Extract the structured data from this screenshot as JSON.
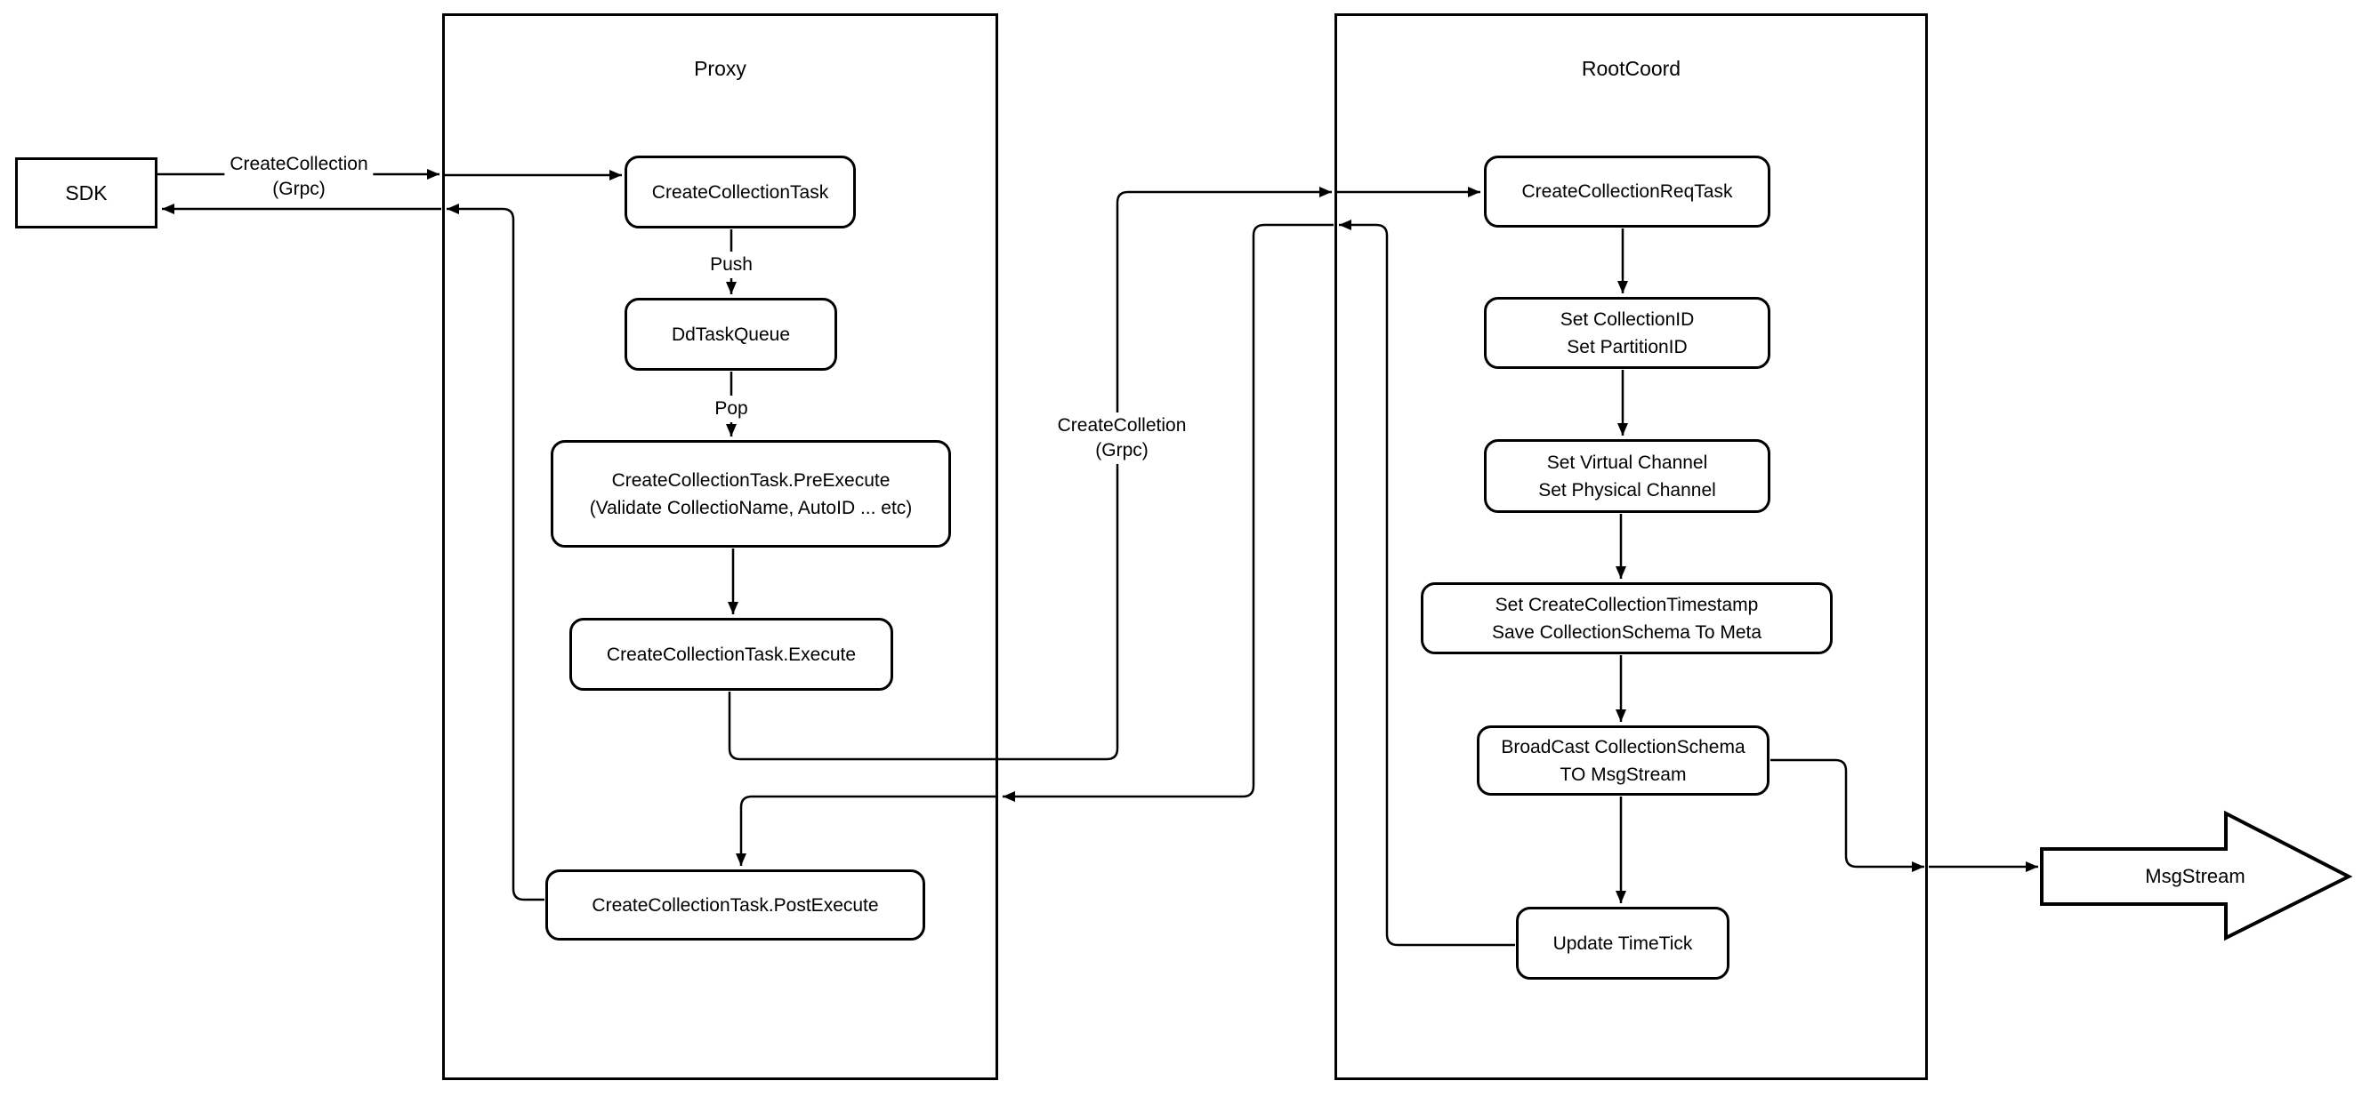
{
  "diagram": {
    "background": "#ffffff",
    "stroke": "#000000",
    "sdk": {
      "label": "SDK"
    },
    "edge_labels": {
      "sdk_grpc": "CreateCollection\n(Grpc)",
      "push": "Push",
      "pop": "Pop",
      "mid_grpc": "CreateColletion\n(Grpc)"
    },
    "proxy": {
      "title": "Proxy",
      "nodes": [
        {
          "label": "CreateCollectionTask"
        },
        {
          "label": "DdTaskQueue"
        },
        {
          "label": "CreateCollectionTask.PreExecute\n(Validate CollectioName, AutoID ... etc)"
        },
        {
          "label": "CreateCollectionTask.Execute"
        },
        {
          "label": "CreateCollectionTask.PostExecute"
        }
      ]
    },
    "rootcoord": {
      "title": "RootCoord",
      "nodes": [
        {
          "label": "CreateCollectionReqTask"
        },
        {
          "label": "Set CollectionID\nSet PartitionID"
        },
        {
          "label": "Set Virtual Channel\nSet Physical Channel"
        },
        {
          "label": "Set CreateCollectionTimestamp\nSave CollectionSchema To Meta"
        },
        {
          "label": "BroadCast CollectionSchema\nTO MsgStream"
        },
        {
          "label": "Update TimeTick"
        }
      ]
    },
    "msgstream": {
      "label": "MsgStream"
    }
  }
}
